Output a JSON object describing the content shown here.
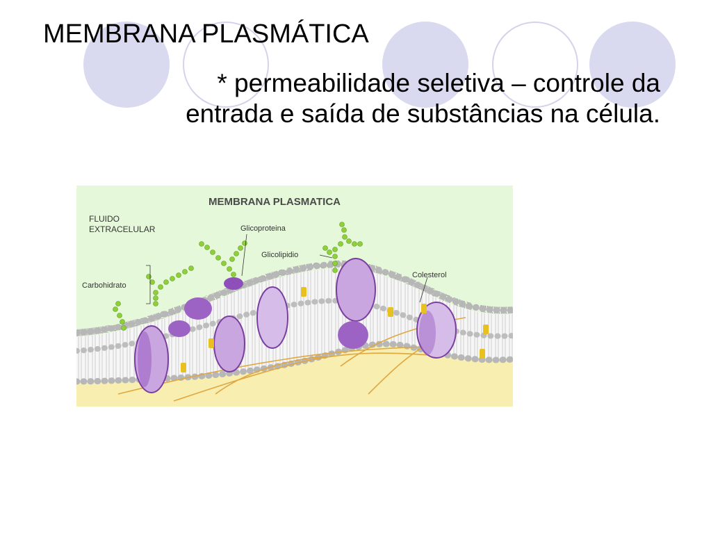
{
  "slide": {
    "title": "MEMBRANA PLASMÁTICA",
    "body_line1": "* permeabilidade seletiva – controle da",
    "body_line2": "entrada e saída de substâncias na célula."
  },
  "figure": {
    "title": "MEMBRANA PLASMATICA",
    "labels": {
      "fluido_1": "FLUIDO",
      "fluido_2": "EXTRACELULAR",
      "carbohidrato": "Carbohidrato",
      "glicoproteina": "Glicoproteina",
      "glicolipidio": "Glicolipidio",
      "colesterol": "Colesterol"
    }
  },
  "colors": {
    "circle_fill": "#d9d9ef",
    "circle_outline": "#d3d3ea",
    "figure_bg": "#e6f8da",
    "cytoplasm": "#f7eeb0",
    "protein": "#c9a6e0",
    "carbohydrate": "#8fcf3a",
    "cholesterol": "#e8c020"
  }
}
